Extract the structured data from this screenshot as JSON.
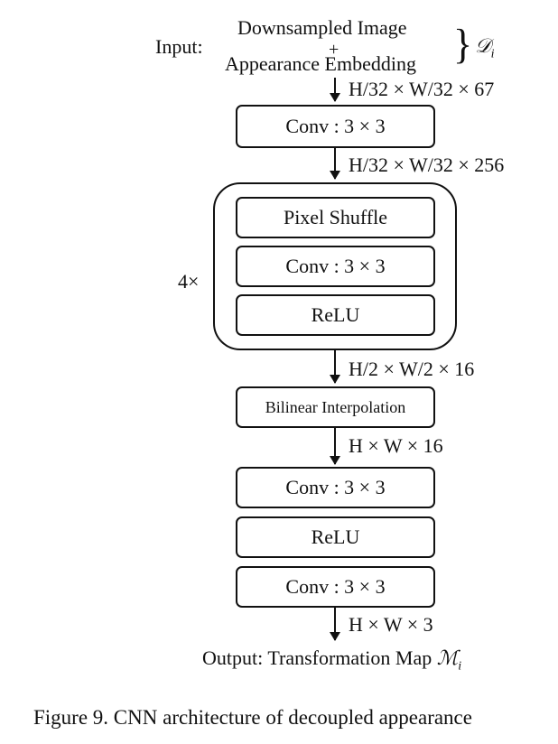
{
  "input": {
    "label": "Input:",
    "line1": "Downsampled Image",
    "plus": "+",
    "line2": "Appearance Embedding",
    "brace": "}",
    "set_symbol": "𝒟",
    "set_subscript": "i"
  },
  "dims": {
    "d1": "H/32 × W/32 × 67",
    "d2": "H/32 × W/32 × 256",
    "d3": "H/2 × W/2 × 16",
    "d4": "H × W × 16",
    "d5": "H × W × 3"
  },
  "blocks": {
    "conv1": "Conv : 3 × 3",
    "repeat_label": "4×",
    "pixel_shuffle": "Pixel Shuffle",
    "conv_loop": "Conv : 3 × 3",
    "relu_loop": "ReLU",
    "bilinear": "Bilinear Interpolation",
    "conv2": "Conv : 3 × 3",
    "relu2": "ReLU",
    "conv3": "Conv : 3 × 3"
  },
  "output": {
    "label": "Output: Transformation Map",
    "map_symbol": "ℳ",
    "map_subscript": "i"
  },
  "caption": "Figure 9. CNN architecture of decoupled appearance "
}
